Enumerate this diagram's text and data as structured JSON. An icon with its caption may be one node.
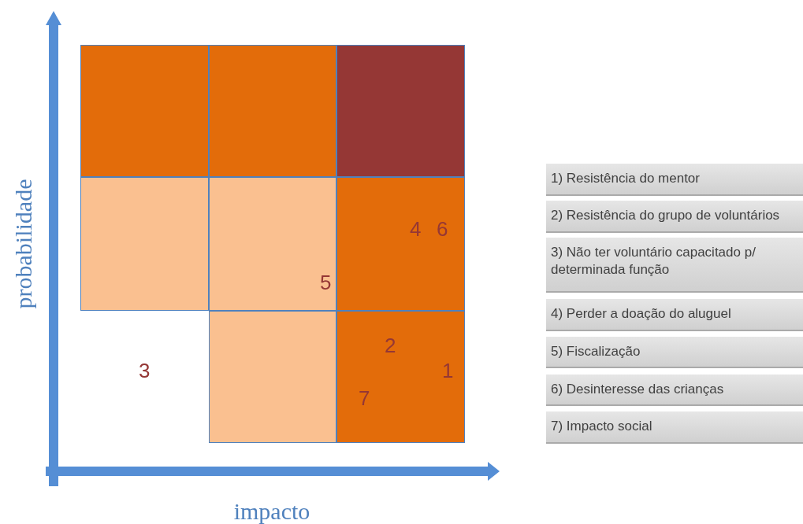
{
  "diagram": {
    "nodes": [
      {
        "text": [],
        "shape": "box"
      },
      {
        "text": [],
        "shape": "box"
      },
      {
        "text": [],
        "shape": "box"
      },
      {
        "text": [],
        "shape": "box"
      },
      {
        "text": [
          "5"
        ]
      },
      {
        "text": [
          "4",
          "6"
        ]
      },
      {
        "text": [],
        "shape": "box"
      },
      {
        "text": [
          "2",
          "1",
          "7"
        ]
      },
      {
        "text": [
          "1) Resistência do mentor"
        ]
      },
      {
        "text": [
          "2) Resistência do grupo de voluntários"
        ]
      },
      {
        "text": [
          "3) Não ter voluntário capacitado p/ determinada função"
        ]
      },
      {
        "text": [
          "4) Perder a doação do aluguel"
        ]
      },
      {
        "text": [
          "5) Fiscalização"
        ]
      },
      {
        "text": [
          "6) Desinteresse das crianças"
        ]
      },
      {
        "text": [
          "7) Impacto social"
        ]
      }
    ],
    "labels": [
      "3",
      "probabilidade",
      "impacto"
    ]
  }
}
